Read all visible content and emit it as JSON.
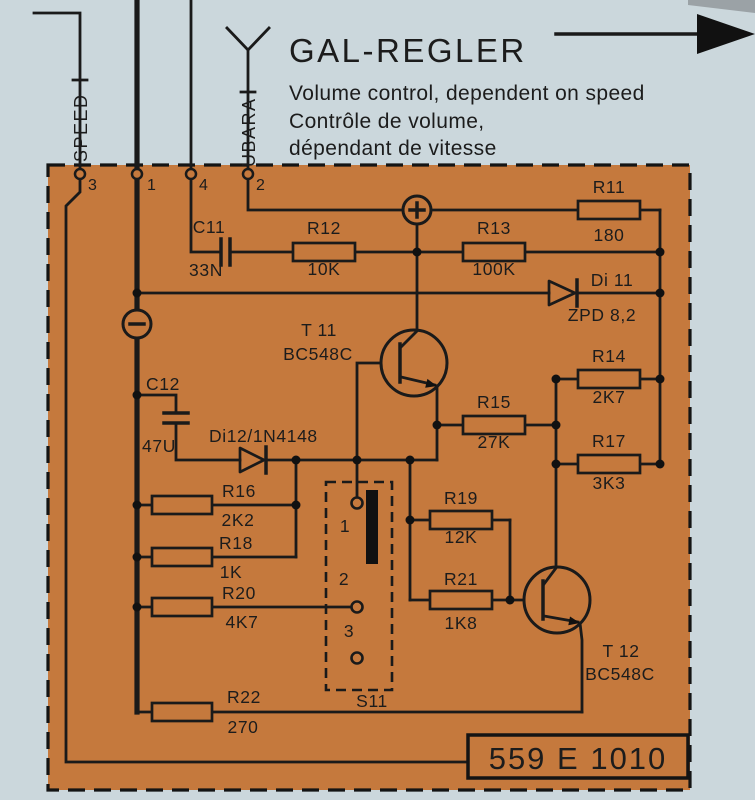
{
  "title": {
    "name": "GAL-REGLER",
    "subtitle_en": "Volume control, dependent on speed",
    "subtitle_fr1": "Contrôle de volume,",
    "subtitle_fr2": "dépendant de vitesse"
  },
  "signals": {
    "speed": "SPEED",
    "ubara": "UBARA"
  },
  "terminals": {
    "t3": "3",
    "t1": "1",
    "t4": "4",
    "t2": "2"
  },
  "components": {
    "c11": {
      "ref": "C11",
      "value": "33N"
    },
    "c12": {
      "ref": "C12",
      "value": "47U"
    },
    "r11": {
      "ref": "R11",
      "value": "180"
    },
    "r12": {
      "ref": "R12",
      "value": "10K"
    },
    "r13": {
      "ref": "R13",
      "value": "100K"
    },
    "r14": {
      "ref": "R14",
      "value": "2K7"
    },
    "r15": {
      "ref": "R15",
      "value": "27K"
    },
    "r16": {
      "ref": "R16",
      "value": "2K2"
    },
    "r17": {
      "ref": "R17",
      "value": "3K3"
    },
    "r18": {
      "ref": "R18",
      "value": "1K"
    },
    "r19": {
      "ref": "R19",
      "value": "12K"
    },
    "r20": {
      "ref": "R20",
      "value": "4K7"
    },
    "r21": {
      "ref": "R21",
      "value": "1K8"
    },
    "r22": {
      "ref": "R22",
      "value": "270"
    },
    "di11": {
      "ref": "Di 11",
      "value": "ZPD 8,2"
    },
    "di12": {
      "ref": "Di12/1N4148"
    },
    "t11": {
      "ref": "T 11",
      "value": "BC548C"
    },
    "t12": {
      "ref": "T 12",
      "value": "BC548C"
    },
    "s11": {
      "ref": "S11",
      "positions": [
        "1",
        "2",
        "3"
      ]
    }
  },
  "part_number": "559 E 1010",
  "colors": {
    "panel": "#c5793d",
    "background": "#cbd7dc",
    "line": "#1a1a1a"
  }
}
